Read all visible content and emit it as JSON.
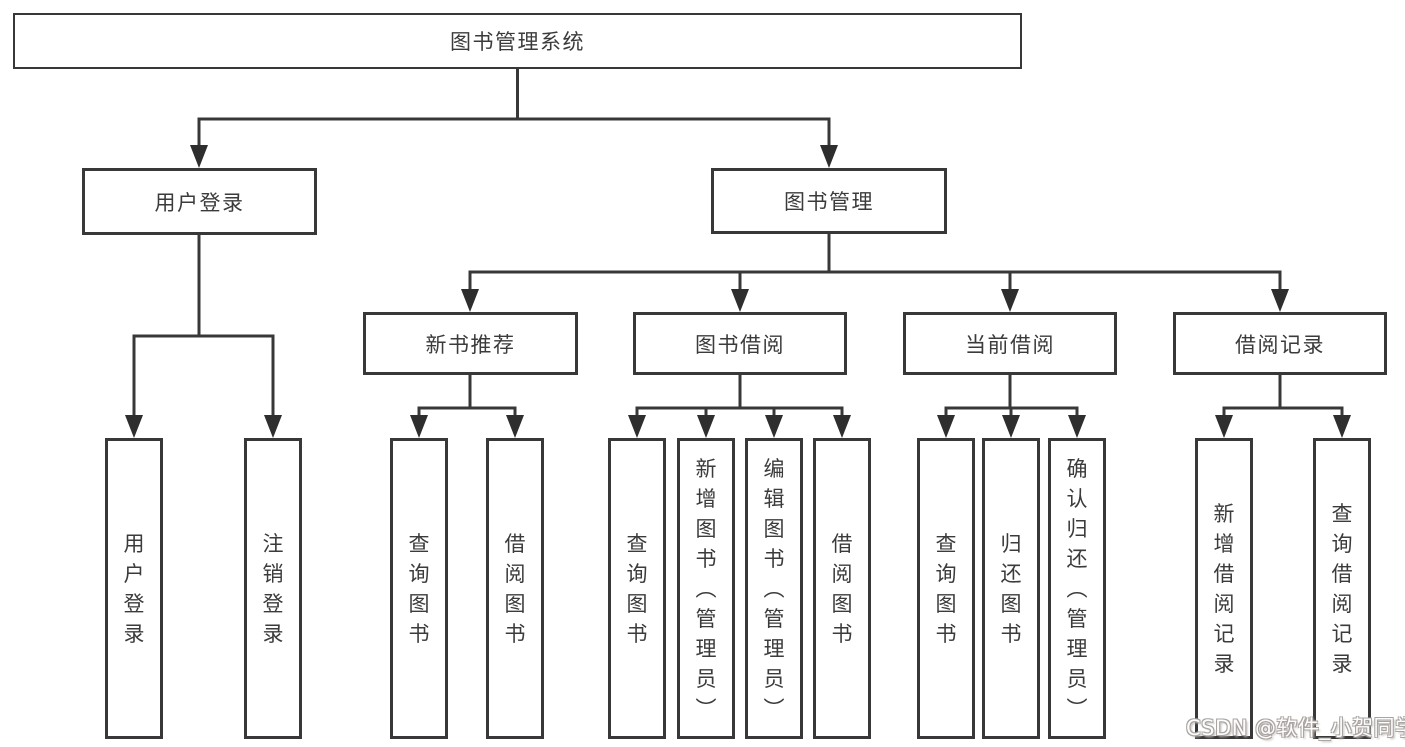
{
  "diagram": {
    "type": "tree",
    "colors": {
      "background": "#ffffff",
      "box_border": "#383838",
      "connector_line": "#383838",
      "arrowhead": "#2e2e2e",
      "text": "#3b3b3b",
      "watermark_text": "#fdfcfb",
      "watermark_outline": "#a8a4a1"
    },
    "tree": {
      "label": "图书管理系统",
      "children": [
        {
          "label": "用户登录",
          "children": [
            {
              "label": "用户登录"
            },
            {
              "label": "注销登录"
            }
          ]
        },
        {
          "label": "图书管理",
          "children": [
            {
              "label": "新书推荐",
              "children": [
                {
                  "label": "查询图书"
                },
                {
                  "label": "借阅图书"
                }
              ]
            },
            {
              "label": "图书借阅",
              "children": [
                {
                  "label": "查询图书"
                },
                {
                  "label": "新增图书（管理员）"
                },
                {
                  "label": "编辑图书（管理员）"
                },
                {
                  "label": "借阅图书"
                }
              ]
            },
            {
              "label": "当前借阅",
              "children": [
                {
                  "label": "查询图书"
                },
                {
                  "label": "归还图书"
                },
                {
                  "label": "确认归还（管理员）"
                }
              ]
            },
            {
              "label": "借阅记录",
              "children": [
                {
                  "label": "新增借阅记录"
                },
                {
                  "label": "查询借阅记录"
                }
              ]
            }
          ]
        }
      ]
    },
    "watermark": {
      "text": "CSDN @软件_小贺同学"
    }
  }
}
